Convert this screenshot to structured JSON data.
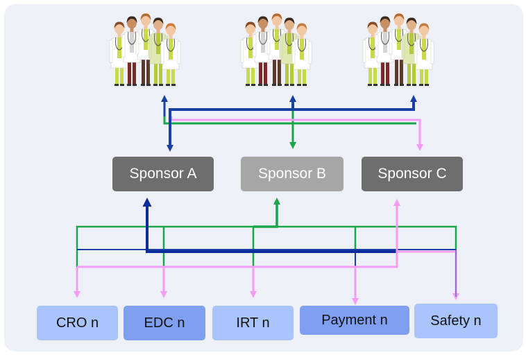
{
  "sponsors": [
    {
      "label": "Sponsor A",
      "color": "#6e6e6e"
    },
    {
      "label": "Sponsor B",
      "color": "#a6a6a6"
    },
    {
      "label": "Sponsor C",
      "color": "#6e6e6e"
    }
  ],
  "vendors": [
    {
      "label": "CRO n",
      "color": "#a9c4fb"
    },
    {
      "label": "EDC n",
      "color": "#7f9ff0"
    },
    {
      "label": "IRT n",
      "color": "#a9c4fb"
    },
    {
      "label": "Payment n",
      "color": "#7f9ff0"
    },
    {
      "label": "Safety n",
      "color": "#a9c4fb"
    }
  ],
  "site_groups": [
    {
      "icon": "doctors-group-icon"
    },
    {
      "icon": "doctors-group-icon"
    },
    {
      "icon": "doctors-group-icon"
    }
  ],
  "connector_colors": {
    "sponsor_a": "#1a3fa3",
    "sponsor_b": "#19a64a",
    "sponsor_c": "#f49cf4"
  }
}
